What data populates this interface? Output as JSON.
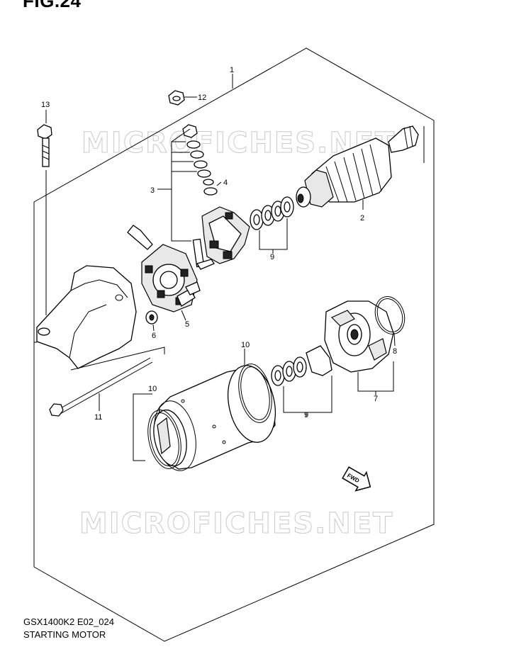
{
  "figure": {
    "title": "FIG.24",
    "code": "GSX1400K2 E02_024",
    "name": "STARTING MOTOR"
  },
  "watermark": "MICROFICHES.NET",
  "fwd_label": "FWD",
  "callouts": [
    "1",
    "2",
    "3",
    "4",
    "5",
    "6",
    "7",
    "8",
    "9",
    "9",
    "10",
    "10",
    "11",
    "12",
    "13"
  ]
}
